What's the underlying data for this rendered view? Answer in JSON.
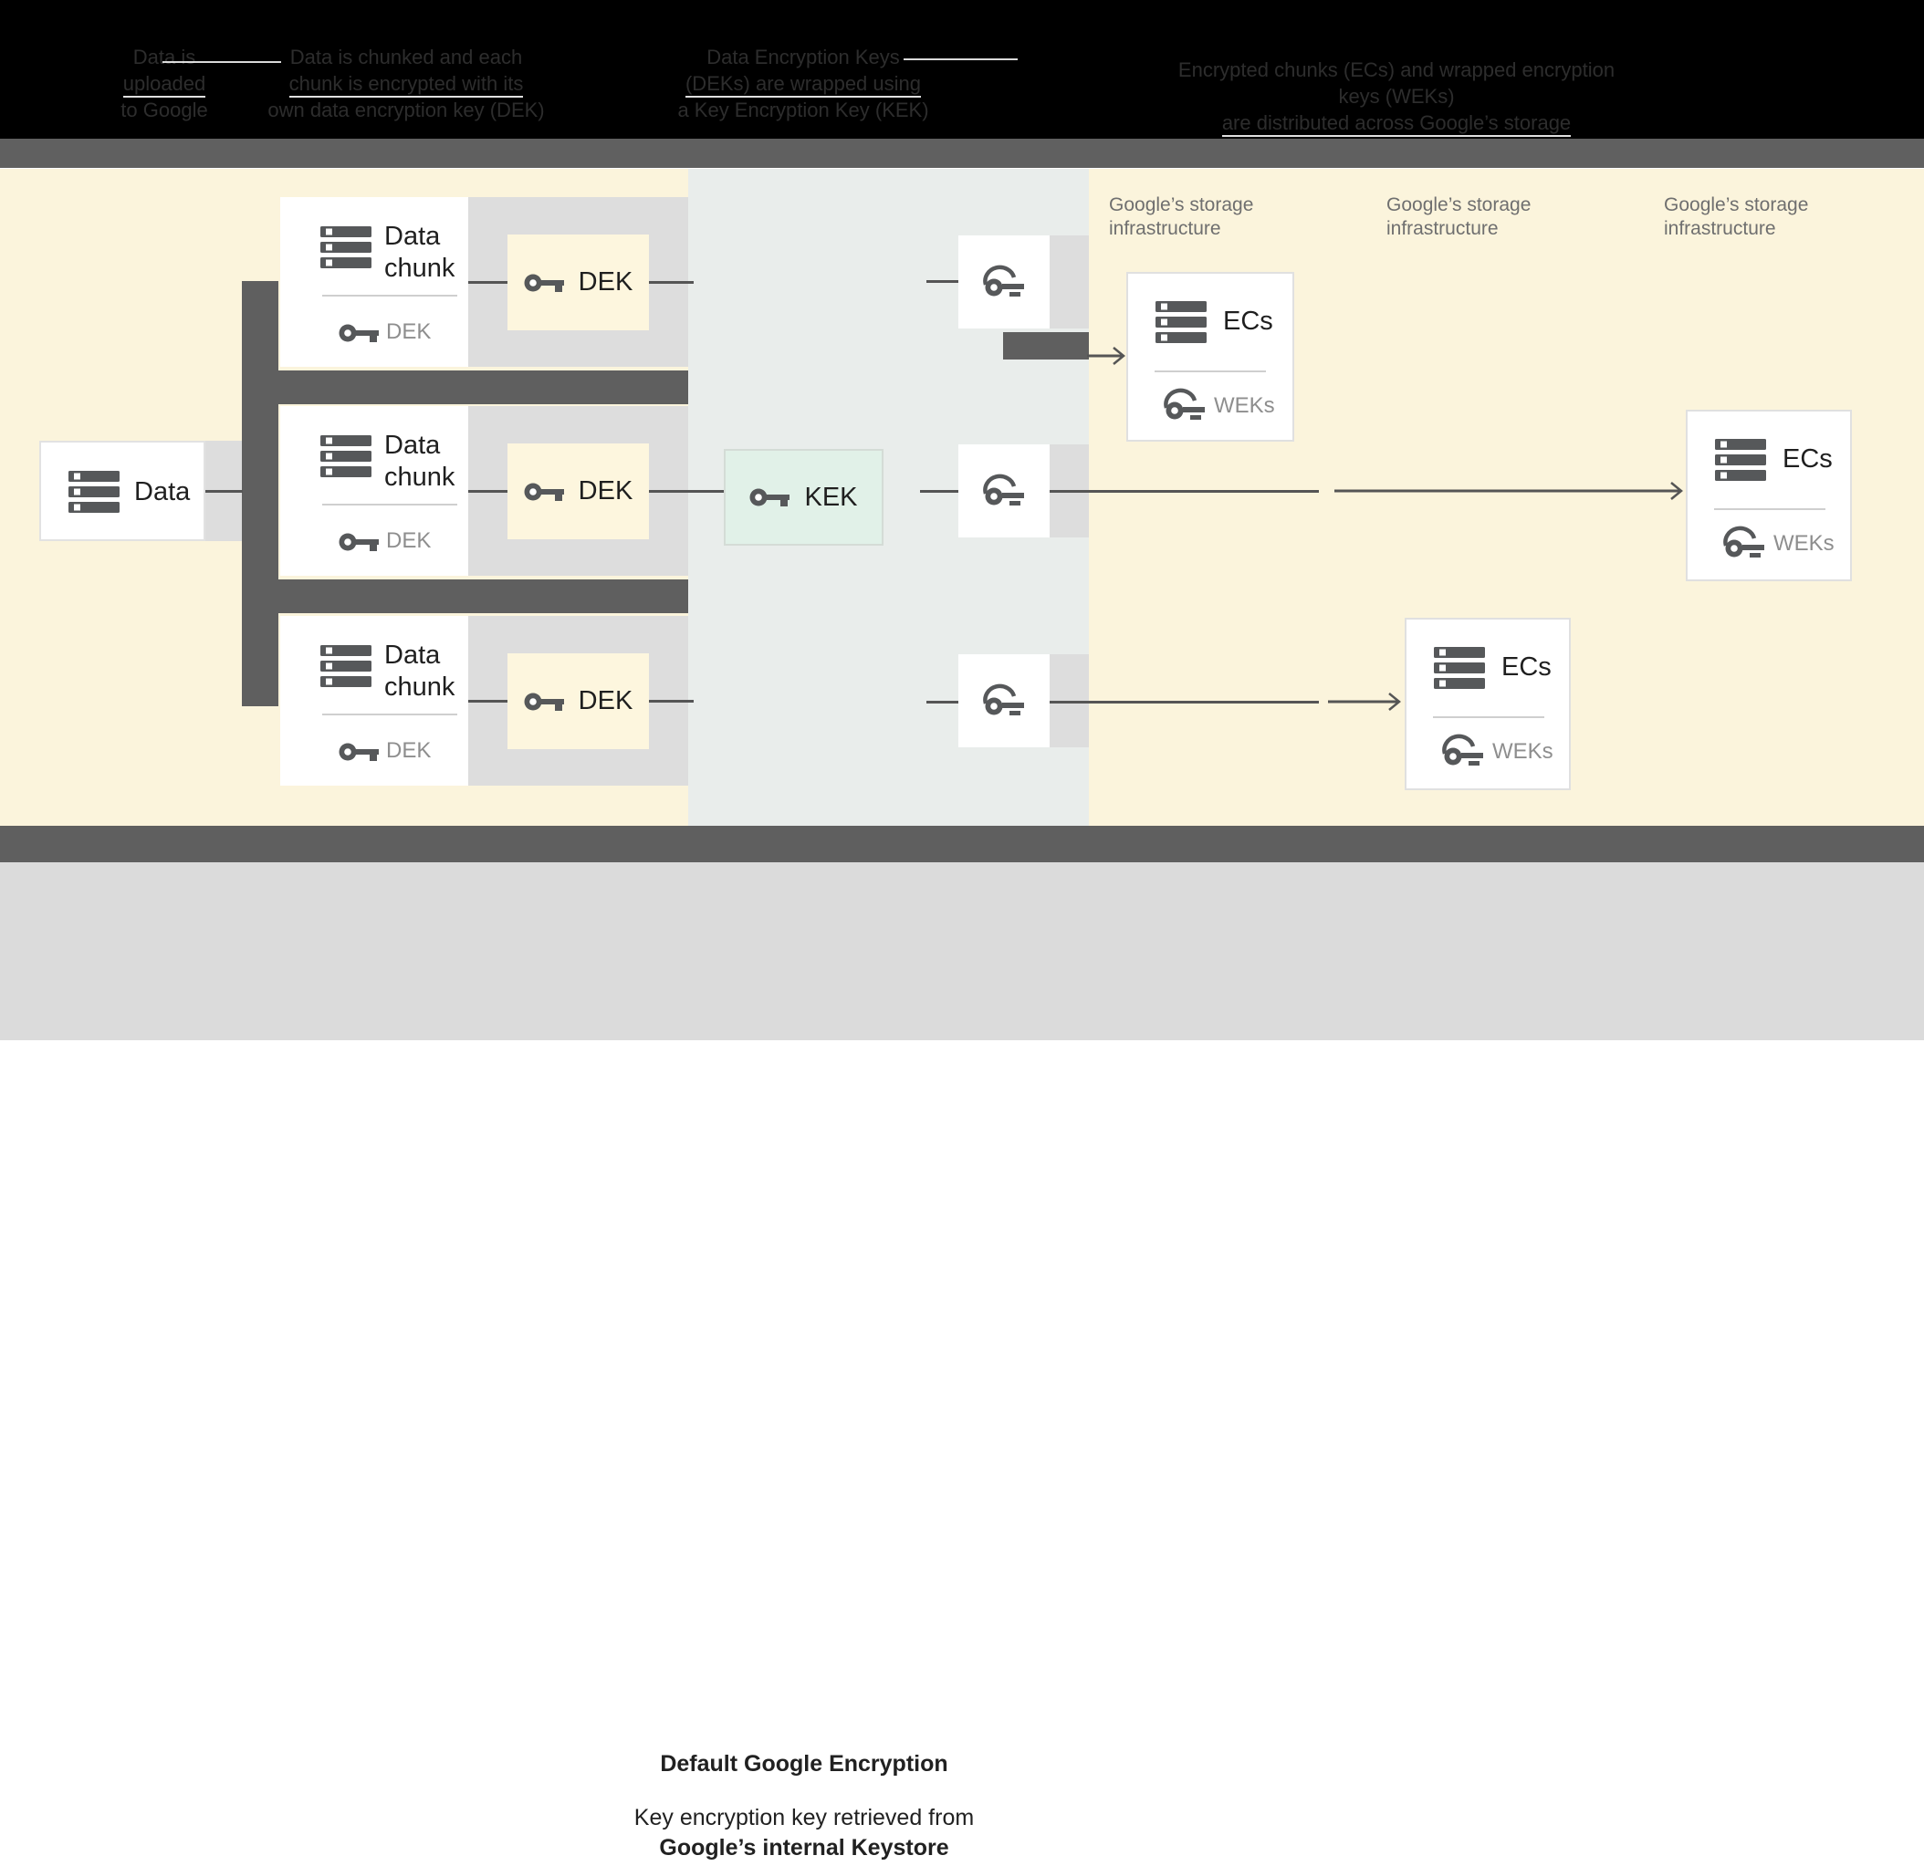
{
  "header": {
    "captions": [
      {
        "lines": [
          "Data is",
          "uploaded",
          "to Google"
        ]
      },
      {
        "lines": [
          "Data is chunked and each",
          "chunk is encrypted with its",
          "own data encryption key (DEK)"
        ]
      },
      {
        "lines": [
          "Data Encryption Keys",
          "(DEKs) are wrapped using",
          "a Key Encryption Key (KEK)"
        ]
      },
      {
        "lines": [
          "Encrypted chunks (ECs) and wrapped encryption keys (WEKs)",
          "are distributed across Google’s storage infrastructure"
        ]
      }
    ]
  },
  "diagram": {
    "data_box": {
      "label": "Data",
      "icon": "database-icon"
    },
    "rows": [
      {
        "chunk_label": "Data chunk",
        "chunk_key_label": "DEK",
        "dek_label": "DEK"
      },
      {
        "chunk_label": "Data chunk",
        "chunk_key_label": "DEK",
        "dek_label": "DEK"
      },
      {
        "chunk_label": "Data chunk",
        "chunk_key_label": "DEK",
        "dek_label": "DEK"
      }
    ],
    "kek_box": {
      "label": "KEK",
      "icon": "key-icon"
    },
    "wrapped_key_icon": "wrapped-key-icon",
    "storage_labels": [
      "Google’s storage infrastructure",
      "Google’s storage infrastructure",
      "Google’s storage infrastructure"
    ],
    "ec_boxes": [
      {
        "label": "ECs",
        "sub_label": "WEKs"
      },
      {
        "label": "ECs",
        "sub_label": "WEKs"
      },
      {
        "label": "ECs",
        "sub_label": "WEKs"
      }
    ]
  },
  "footer": {
    "title": "Default Google Encryption",
    "line1": "Key encryption key retrieved from",
    "line2": "Google’s internal Keystore"
  },
  "colors": {
    "header_bg": "#000000",
    "header_text": "#2d2d2d",
    "bar_gray": "#5f5f5f",
    "panel_cream": "#fbf4dc",
    "panel_midgray": "#e9edeb",
    "strip_gray": "#dddddd",
    "kek_mint": "#e1f1e8",
    "dek_cream": "#fdf6de",
    "footer_gray": "#dbdbdb",
    "icon_gray": "#56585a",
    "muted_text": "#8e8e8e",
    "storage_text": "#6f6f6f",
    "line": "#555555"
  }
}
